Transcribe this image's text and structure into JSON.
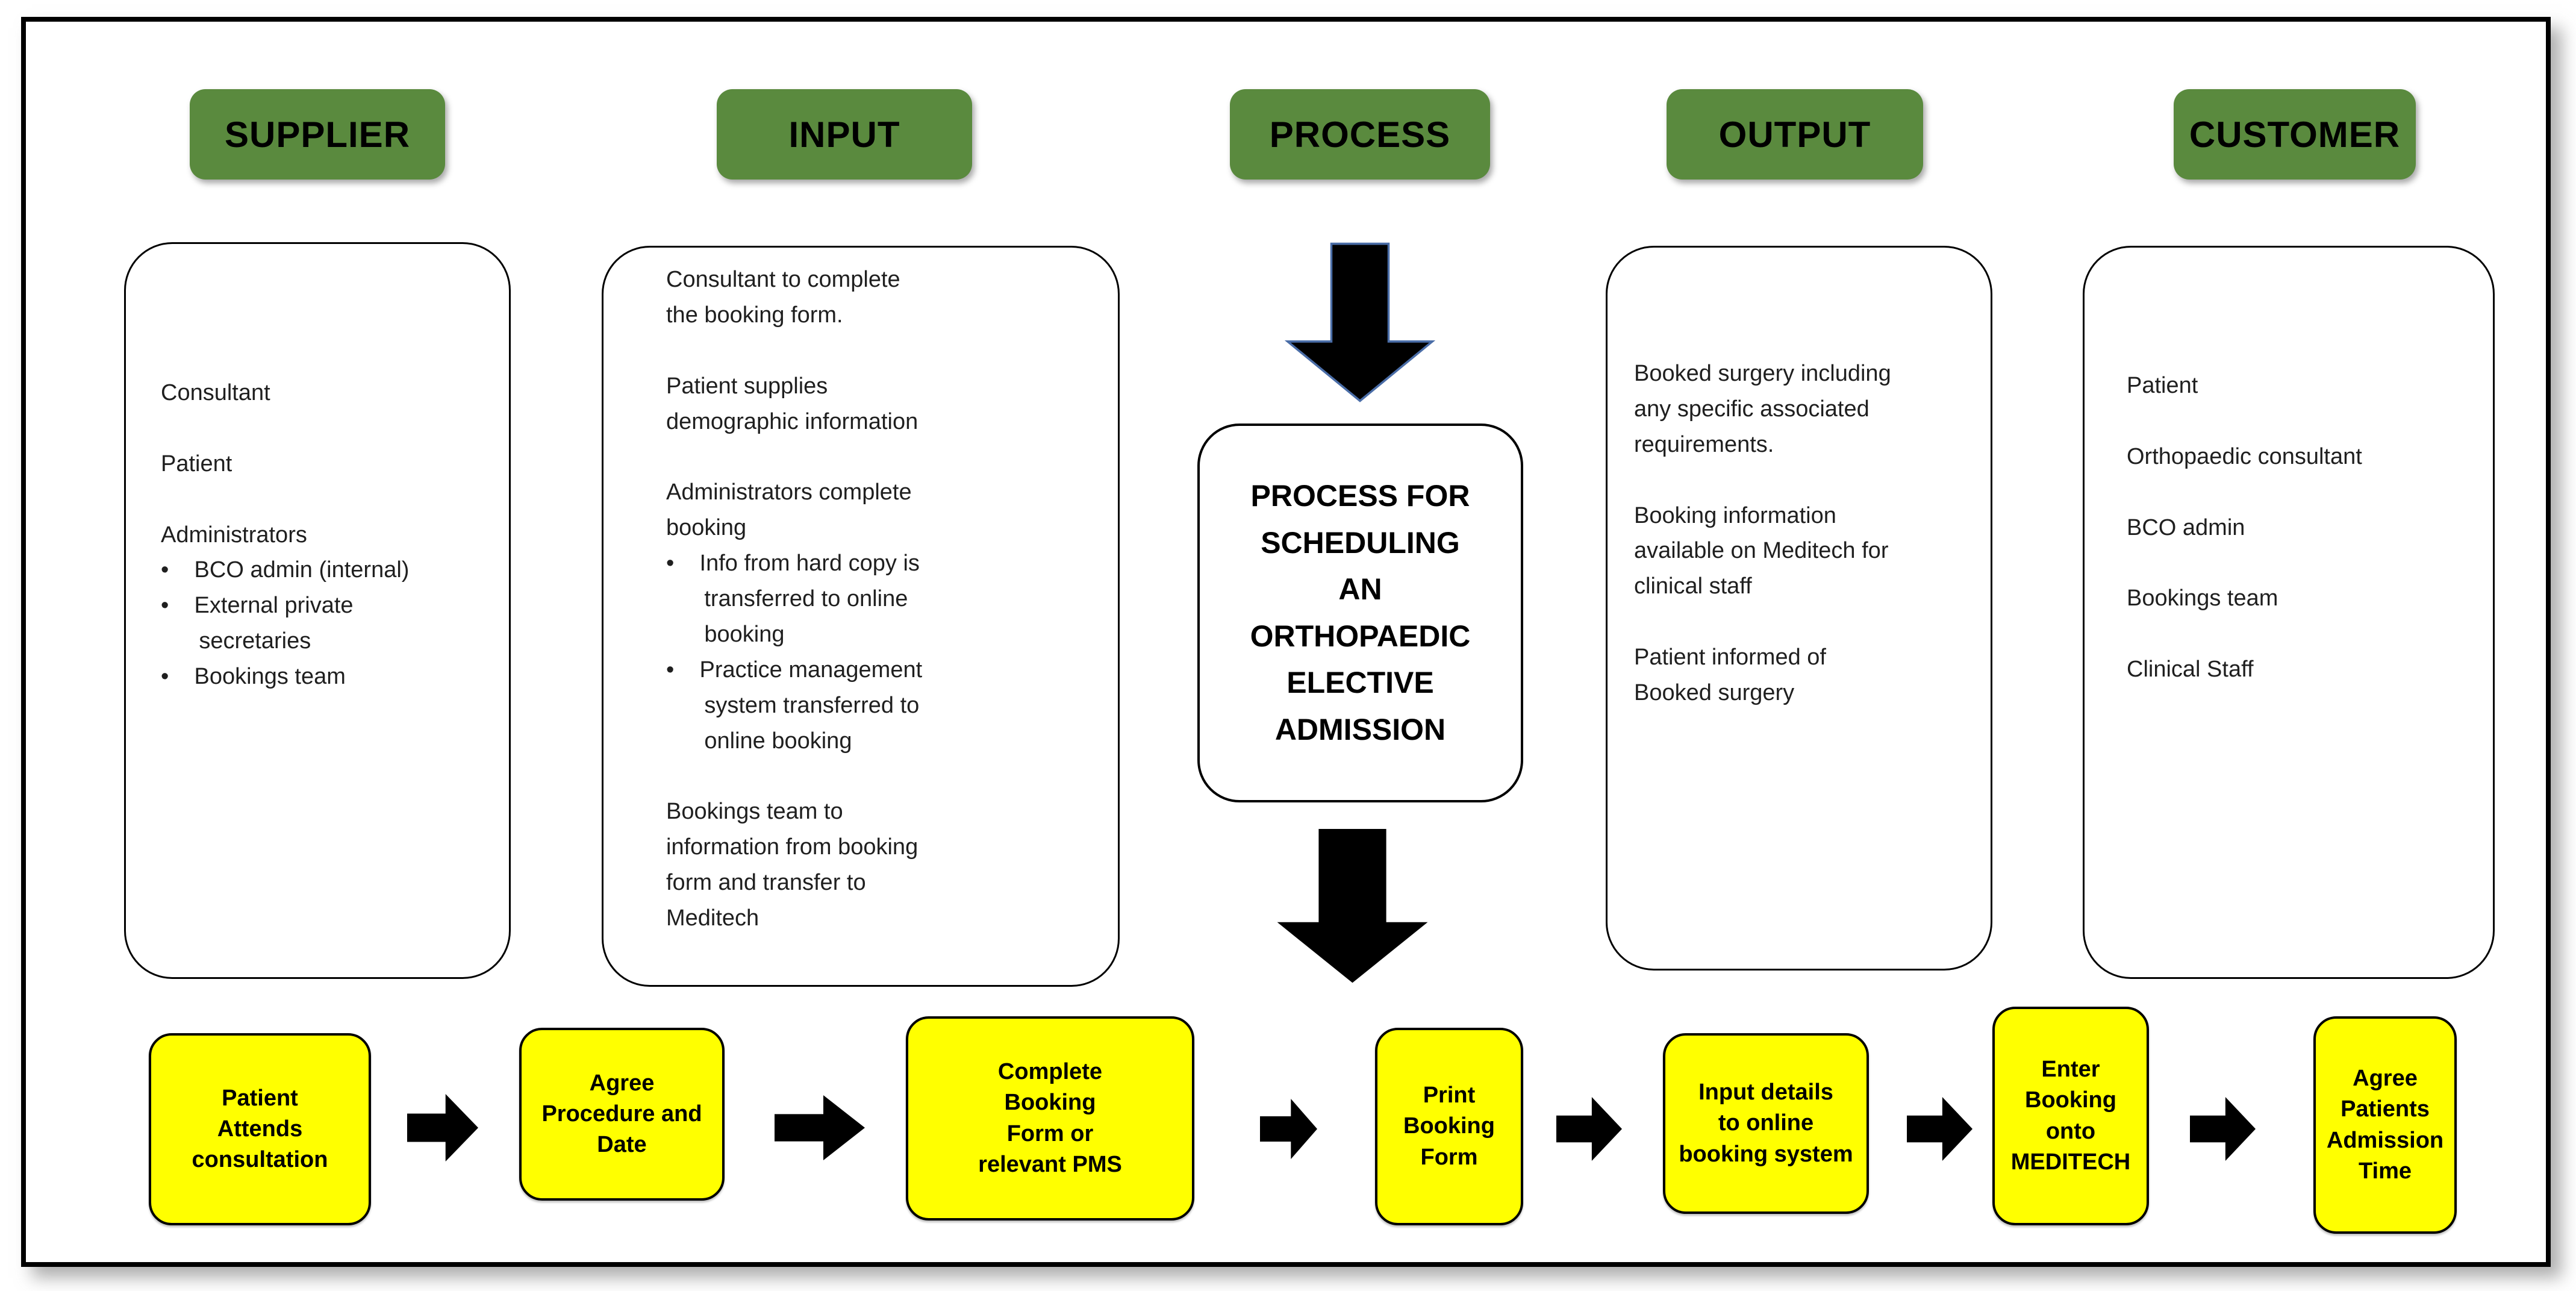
{
  "colors": {
    "header-green": "#5a8a3e",
    "step-yellow": "#ffff00",
    "arrow-black": "#000000",
    "arrow-outline-blue": "#4a6da7",
    "border-black": "#000000",
    "body-text": "#1f1f1f"
  },
  "columns": [
    {
      "header": "SUPPLIER",
      "body": "Consultant\n\nPatient\n\nAdministrators\n•    BCO admin (internal)\n•    External private\n      secretaries\n•    Bookings team"
    },
    {
      "header": "INPUT",
      "body": "Consultant to complete\nthe booking form.\n\nPatient supplies\ndemographic information\n\nAdministrators complete\nbooking\n•    Info from hard copy is\n      transferred to online\n      booking\n•    Practice management\n      system transferred to\n      online booking\n\nBookings team to\ninformation from booking\nform and transfer to\nMeditech"
    },
    {
      "header": "PROCESS"
    },
    {
      "header": "OUTPUT",
      "body": "Booked surgery including\nany specific associated\nrequirements.\n\nBooking information\navailable on Meditech for\nclinical staff\n\nPatient informed of\nBooked surgery"
    },
    {
      "header": "CUSTOMER",
      "body": "Patient\n\nOrthopaedic consultant\n\nBCO admin\n\nBookings team\n\nClinical Staff"
    }
  ],
  "process": {
    "title": "PROCESS FOR\nSCHEDULING\nAN\nORTHOPAEDIC\nELECTIVE\nADMISSION"
  },
  "steps": [
    {
      "label": "Patient\nAttends\nconsultation"
    },
    {
      "label": "Agree\nProcedure and\nDate"
    },
    {
      "label": "Complete\nBooking\nForm or\nrelevant PMS"
    },
    {
      "label": "Print\nBooking\nForm"
    },
    {
      "label": "Input details\nto online\nbooking system"
    },
    {
      "label": "Enter\nBooking\nonto\nMEDITECH"
    },
    {
      "label": "Agree\nPatients\nAdmission\nTime"
    }
  ]
}
